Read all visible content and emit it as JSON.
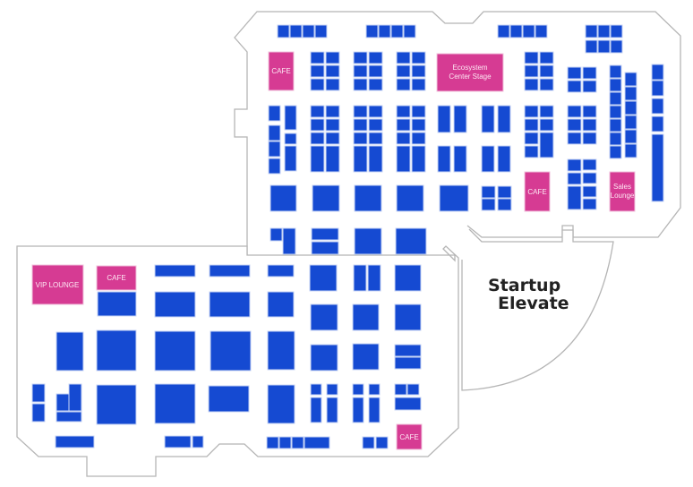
{
  "map": {
    "zone_label_line1": "Startup",
    "zone_label_line2": "Elevate",
    "amenities": {
      "cafe_top": "CAFE",
      "ecosystem_line1": "Ecosystem",
      "ecosystem_line2": "Center Stage",
      "cafe_mid": "CAFE",
      "sales_line1": "Sales",
      "sales_line2": "Lounge",
      "vip": "VIP LOUNGE",
      "cafe_left": "CAFE",
      "cafe_bottom": "CAFE"
    },
    "colors": {
      "booth": "#154ad2",
      "amenity": "#d63b93",
      "wall": "#b5b5b5"
    }
  }
}
